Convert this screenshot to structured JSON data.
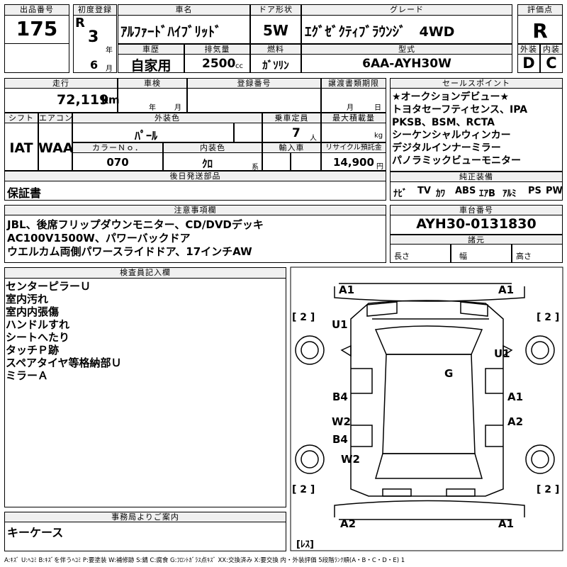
{
  "header": {
    "lot_label": "出品番号",
    "lot": "175",
    "first_reg_label": "初度登録",
    "era": "R",
    "year": "3",
    "year_unit": "年",
    "month": "6",
    "month_unit": "月",
    "car_name_label": "車名",
    "car_name": "ｱﾙﾌｧｰﾄﾞﾊｲﾌﾞﾘｯﾄﾞ",
    "door_label": "ドア形状",
    "door": "5W",
    "grade_label": "グレード",
    "grade": "ｴｸﾞｾﾞｸﾃｨﾌﾞﾗｳﾝｼﾞ　4WD",
    "score_label": "評価点",
    "score": "R",
    "history_label": "車歴",
    "history": "自家用",
    "displacement_label": "排気量",
    "displacement": "2500",
    "displacement_unit": "cc",
    "fuel_label": "燃料",
    "fuel": "ｶﾞｿﾘﾝ",
    "model_label": "型式",
    "model": "6AA-AYH30W",
    "exterior_label": "外装",
    "exterior": "D",
    "interior_label": "内装",
    "interior": "C"
  },
  "mid": {
    "mileage_label": "走行",
    "mileage": "72,119",
    "mileage_unit": "km",
    "inspection_label": "車検",
    "insp_year": "年",
    "insp_month": "月",
    "reg_no_label": "登録番号",
    "transfer_label": "譲渡書類期限",
    "transfer_month": "月",
    "transfer_day": "日",
    "shift_label": "シフト",
    "shift": "IAT",
    "ac_label": "エアコン",
    "ac": "WAA",
    "ext_color_label": "外装色",
    "ext_color": "ﾊﾟｰﾙ",
    "capacity_label": "乗車定員",
    "capacity": "7",
    "capacity_unit": "人",
    "max_load_label": "最大積載量",
    "max_load_unit": "kg",
    "color_no_label": "カラーＮｏ．",
    "color_no": "070",
    "int_color_label": "内装色",
    "int_color": "ｸﾛ",
    "int_color_unit": "系",
    "import_label": "輸入車",
    "recycle_label": "リサイクル預託金",
    "recycle": "14,900",
    "recycle_unit": "円",
    "later_label": "後日発送部品",
    "later": "保証書"
  },
  "sales": {
    "label": "セールスポイント",
    "lines": [
      "★オークションデビュー★",
      "トヨタセーフティセンス、IPA",
      "PKSB、BSM、RCTA",
      "シーケンシャルウィンカー",
      "デジタルインナーミラー",
      "パノラミックビューモニター"
    ]
  },
  "equipment": {
    "label": "純正装備",
    "items": [
      "ﾅﾋﾞ",
      "TV",
      "ｶﾜ",
      "ABS",
      "ｴｱB",
      "ｱﾙﾐ",
      "PS",
      "PW"
    ]
  },
  "notes": {
    "label": "注意事項欄",
    "lines": [
      "JBL、後席フリップダウンモニター、CD/DVDデッキ",
      "AC100V1500W、パワーバックドア",
      "ウエルカム両側パワースライドドア、17インチAW"
    ]
  },
  "chassis": {
    "label": "車台番号",
    "value": "AYH30-0131830",
    "spec_label": "諸元",
    "length": "長さ",
    "width": "幅",
    "height": "高さ"
  },
  "inspector": {
    "label": "検査員記入欄",
    "lines": [
      "センターピラーＵ",
      "室内汚れ",
      "室内内張傷",
      "ハンドルすれ",
      "シートへたり",
      "タッチＰ跡",
      "スペアタイヤ等格納部Ｕ",
      "ミラーＡ"
    ]
  },
  "office": {
    "label": "事務局よりご案内",
    "value": "キーケース"
  },
  "diagram": {
    "marks": {
      "a1_fl": "A1",
      "a1_fr": "A1",
      "u1_l": "U1",
      "u1_r": "U1",
      "g": "G",
      "b4_1": "B4",
      "a1_r": "A1",
      "w2_1": "W2",
      "a2_r": "A2",
      "b4_2": "B4",
      "w2_2": "W2",
      "a2_rl": "A2",
      "a1_rr": "A1"
    },
    "tires": {
      "tl": "[ 2 ]",
      "tr": "[ 2 ]",
      "bl": "[ 2 ]",
      "br": "[ 2 ]"
    },
    "rest": "[ﾚｽ]"
  },
  "legend": "A:ｷｽﾞ  U:ﾍｺﾐ  B:ｷｽﾞを伴うﾍｺﾐ  P:要塗装  W:補修跡  S:錆  C:腐食  G:ﾌﾛﾝﾄｶﾞﾗｽ点ｷｽﾞ  XX:交換済み  X:要交換  内・外装評価  5段階ﾗﾝｸ順(A・B・C・D・E)  1"
}
